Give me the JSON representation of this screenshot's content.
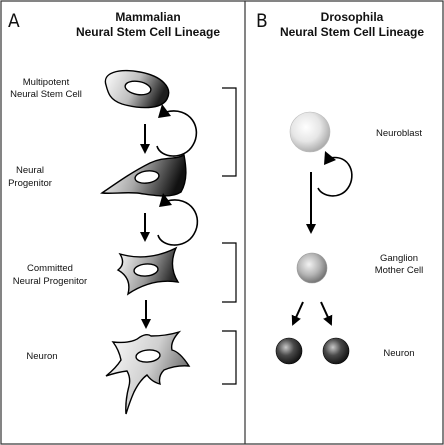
{
  "panel_a": {
    "letter": "A",
    "title_line1": "Mammalian",
    "title_line2": "Neural Stem Cell Lineage",
    "labels": {
      "multipotent_line1": "Multipotent",
      "multipotent_line2": "Neural Stem Cell",
      "progenitor_line1": "Neural",
      "progenitor_line2": "Progenitor",
      "committed_line1": "Committed",
      "committed_line2": "Neural Progenitor",
      "neuron": "Neuron"
    }
  },
  "panel_b": {
    "letter": "B",
    "title_line1": "Drosophila",
    "title_line2": "Neural Stem Cell Lineage",
    "labels": {
      "neuroblast": "Neuroblast",
      "gmc_line1": "Ganglion",
      "gmc_line2": "Mother Cell",
      "neuron": "Neuron"
    }
  }
}
